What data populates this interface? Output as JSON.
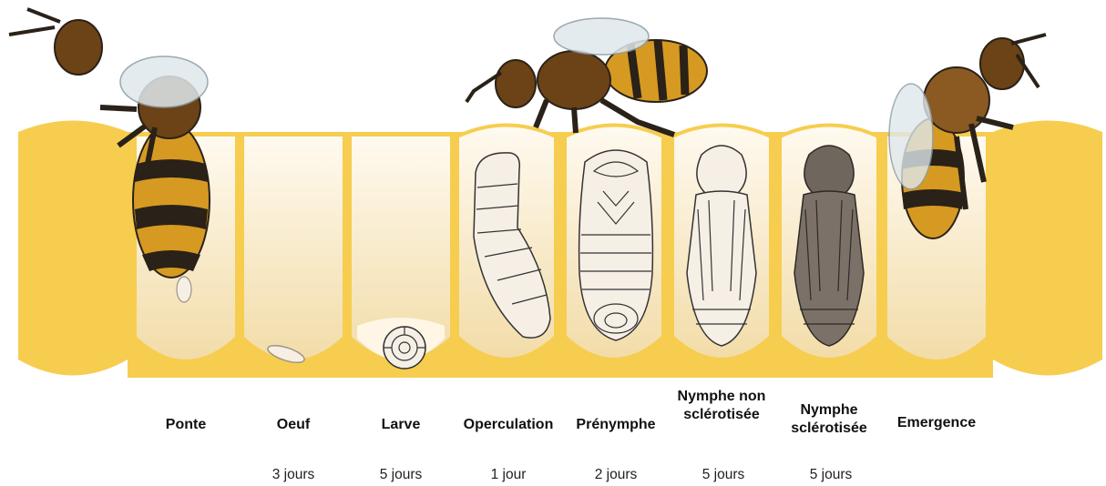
{
  "stages": [
    {
      "label": "Ponte",
      "duration": ""
    },
    {
      "label": "Oeuf",
      "duration": "3 jours"
    },
    {
      "label": "Larve",
      "duration": "5 jours"
    },
    {
      "label": "Operculation",
      "duration": "1 jour"
    },
    {
      "label": "Prénymphe",
      "duration": "2 jours"
    },
    {
      "label": "Nymphe non sclérotisée",
      "duration": "5 jours"
    },
    {
      "label": "Nymphe sclérotisée",
      "duration": "5 jours"
    },
    {
      "label": "Emergence",
      "duration": ""
    }
  ],
  "colors": {
    "wax": "#f6cd4f",
    "honey_fill": "#f6e3b7",
    "brood_white": "#f5efe6",
    "pupa_dark": "#6f665e",
    "bee_stripe_gold": "#d69a22",
    "bee_stripe_dark": "#2a2118",
    "bee_thorax": "#6b4316"
  },
  "icons": [
    "worker-bee-icon",
    "egg-icon",
    "larva-icon",
    "pupa-icon"
  ]
}
